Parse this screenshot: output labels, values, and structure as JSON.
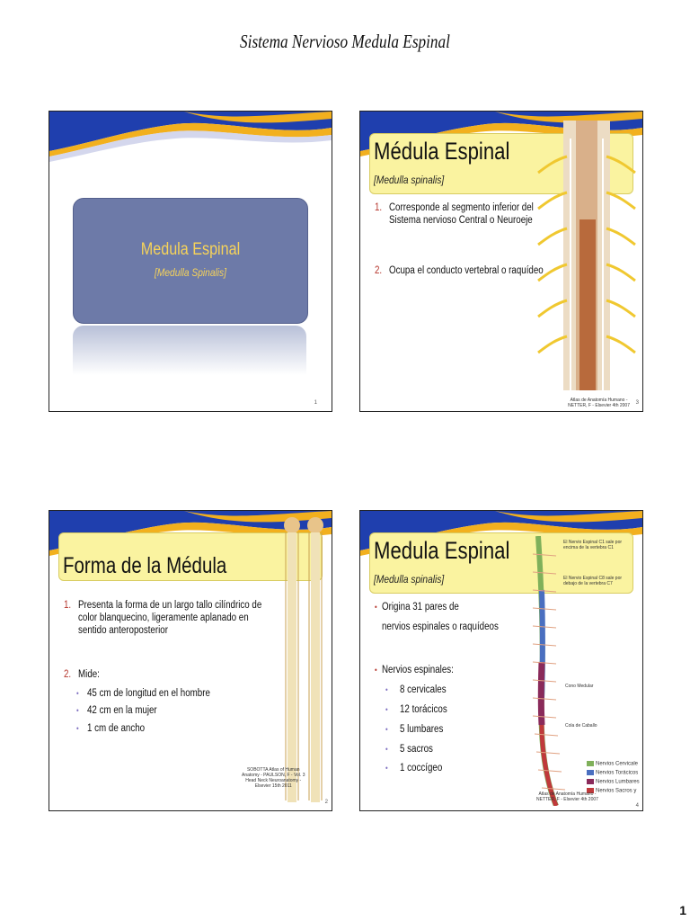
{
  "document": {
    "title": "Sistema Nervioso Medula Espinal",
    "page_number": "1"
  },
  "slide1": {
    "title": "Medula Espinal",
    "subtitle": "[Medulla Spinalis]",
    "number": "1"
  },
  "slide2": {
    "title": "Médula Espinal",
    "subtitle": "[Medulla spinalis]",
    "items": [
      {
        "num": "1.",
        "lines": [
          "Corresponde al segmento inferior del",
          "Sistema nervioso Central o Neuroeje"
        ]
      },
      {
        "num": "2.",
        "lines": [
          "Ocupa el conducto vertebral o raquídeo"
        ]
      }
    ],
    "caption": [
      "Atlas de Anatomía Humano -",
      "NETTER, F - Elsevier 4th 2007"
    ],
    "number": "3"
  },
  "slide3": {
    "title": "Forma de la Médula",
    "item1": {
      "num": "1.",
      "lines": [
        "Presenta la forma de un largo tallo cilíndrico de",
        "color blanquecino, ligeramente aplanado en",
        "sentido anteroposterior"
      ]
    },
    "item2": {
      "num": "2.",
      "label": "Mide:"
    },
    "bullets": [
      "45 cm de longitud en el hombre",
      "42 cm en la mujer",
      "1 cm de ancho"
    ],
    "caption": [
      "SOBOTTA Atlas of Human",
      "Anatomy - PAULSON, F - Vol. 3",
      "Head Neck Neuroanatomy -",
      "Elsevier 15th 2011"
    ],
    "number": "2"
  },
  "slide4": {
    "title": "Medula Espinal",
    "subtitle": "[Medulla spinalis]",
    "bullet1": [
      "Origina 31 pares de",
      "nervios espinales o raquídeos"
    ],
    "bullet2": "Nervios espinales:",
    "sub_bullets": [
      "8 cervicales",
      "12 torácicos",
      "5 lumbares",
      "5 sacros",
      "1 coccígeo"
    ],
    "annotations": {
      "c1": [
        "El Nervio Espinal C1 sale por",
        "encima de la vertebra C1"
      ],
      "c8": [
        "El Nervio Espinal C8 sale por",
        "debajo de la vertebra C7"
      ],
      "cono": "Cono Medular",
      "cola": "Cola de Caballo"
    },
    "legend": [
      {
        "label": "Nervios Cervicale",
        "color": "#7fb05a"
      },
      {
        "label": "Nervios Torácicos",
        "color": "#4a6fc0"
      },
      {
        "label": "Nervios Lumbares",
        "color": "#8a2a5a"
      },
      {
        "label": "Nervios Sacros y",
        "color": "#c0393b"
      }
    ],
    "caption": [
      "Atlas de Anatomía Humano -",
      "NETTER, F - Elsevier 4th 2007"
    ],
    "number": "4"
  },
  "colors": {
    "banner_blue": "#1f3fae",
    "banner_gold": "#f2b01e",
    "title_card": "#6d7aa8",
    "title_text": "#f6d35a",
    "header_yellow": "#faf3a0",
    "number_red": "#b5332a",
    "bullet_purple": "#7e6fc0"
  }
}
